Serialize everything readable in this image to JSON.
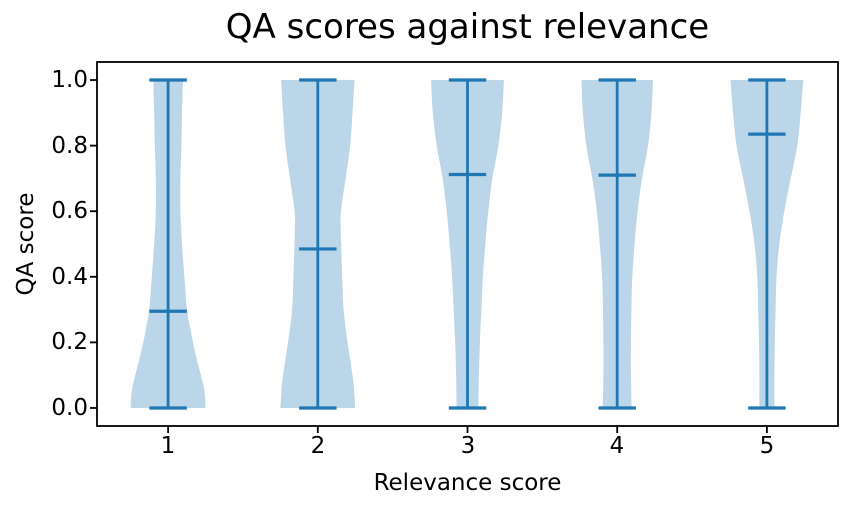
{
  "chart_data": {
    "type": "violin",
    "title": "QA scores against relevance",
    "xlabel": "Relevance score",
    "ylabel": "QA score",
    "xlim": [
      0.525,
      5.475
    ],
    "ylim": [
      -0.055,
      1.055
    ],
    "grid": false,
    "legend": null,
    "accent_color": "#1f77b4",
    "fill_opacity": 0.3,
    "spine_color": "#000000",
    "bar_halfwidth": 0.125,
    "x_axis": {
      "label": "Relevance score",
      "ticks": [
        {
          "v": 1,
          "label": "1"
        },
        {
          "v": 2,
          "label": "2"
        },
        {
          "v": 3,
          "label": "3"
        },
        {
          "v": 4,
          "label": "4"
        },
        {
          "v": 5,
          "label": "5"
        }
      ]
    },
    "y_axis": {
      "label": "QA score",
      "ticks": [
        {
          "v": 0.0,
          "label": "0.0"
        },
        {
          "v": 0.2,
          "label": "0.2"
        },
        {
          "v": 0.4,
          "label": "0.4"
        },
        {
          "v": 0.6,
          "label": "0.6"
        },
        {
          "v": 0.8,
          "label": "0.8"
        },
        {
          "v": 1.0,
          "label": "1.0"
        }
      ]
    },
    "violins": [
      {
        "position": 1,
        "label": "1",
        "min": 0.0,
        "max": 1.0,
        "mean": 0.295,
        "profile": [
          [
            0,
            0.25
          ],
          [
            0.05,
            0.244
          ],
          [
            0.1,
            0.219
          ],
          [
            0.15,
            0.191
          ],
          [
            0.2,
            0.166
          ],
          [
            0.25,
            0.145
          ],
          [
            0.3,
            0.126
          ],
          [
            0.4,
            0.109
          ],
          [
            0.5,
            0.093
          ],
          [
            0.6,
            0.082
          ],
          [
            0.7,
            0.082
          ],
          [
            0.8,
            0.089
          ],
          [
            0.9,
            0.093
          ],
          [
            1.0,
            0.099
          ]
        ]
      },
      {
        "position": 2,
        "label": "2",
        "min": 0.0,
        "max": 1.0,
        "mean": 0.485,
        "profile": [
          [
            0,
            0.25
          ],
          [
            0.05,
            0.243
          ],
          [
            0.1,
            0.232
          ],
          [
            0.2,
            0.199
          ],
          [
            0.3,
            0.172
          ],
          [
            0.4,
            0.163
          ],
          [
            0.5,
            0.156
          ],
          [
            0.55,
            0.153
          ],
          [
            0.6,
            0.155
          ],
          [
            0.7,
            0.186
          ],
          [
            0.8,
            0.216
          ],
          [
            0.9,
            0.232
          ],
          [
            1.0,
            0.245
          ]
        ]
      },
      {
        "position": 3,
        "label": "3",
        "min": 0.0,
        "max": 1.0,
        "mean": 0.712,
        "profile": [
          [
            0,
            0.073
          ],
          [
            0.1,
            0.076
          ],
          [
            0.2,
            0.083
          ],
          [
            0.3,
            0.093
          ],
          [
            0.4,
            0.103
          ],
          [
            0.5,
            0.119
          ],
          [
            0.6,
            0.139
          ],
          [
            0.7,
            0.166
          ],
          [
            0.8,
            0.206
          ],
          [
            0.9,
            0.232
          ],
          [
            1.0,
            0.243
          ]
        ]
      },
      {
        "position": 4,
        "label": "4",
        "min": 0.0,
        "max": 1.0,
        "mean": 0.71,
        "profile": [
          [
            0,
            0.097
          ],
          [
            0.1,
            0.092
          ],
          [
            0.2,
            0.092
          ],
          [
            0.3,
            0.095
          ],
          [
            0.4,
            0.101
          ],
          [
            0.5,
            0.116
          ],
          [
            0.6,
            0.136
          ],
          [
            0.7,
            0.166
          ],
          [
            0.8,
            0.206
          ],
          [
            0.9,
            0.229
          ],
          [
            1.0,
            0.239
          ]
        ]
      },
      {
        "position": 5,
        "label": "5",
        "min": 0.0,
        "max": 1.0,
        "mean": 0.835,
        "profile": [
          [
            0,
            0.051
          ],
          [
            0.1,
            0.05
          ],
          [
            0.2,
            0.053
          ],
          [
            0.3,
            0.058
          ],
          [
            0.4,
            0.064
          ],
          [
            0.5,
            0.083
          ],
          [
            0.6,
            0.116
          ],
          [
            0.7,
            0.159
          ],
          [
            0.8,
            0.203
          ],
          [
            0.9,
            0.226
          ],
          [
            1.0,
            0.243
          ]
        ]
      }
    ]
  }
}
